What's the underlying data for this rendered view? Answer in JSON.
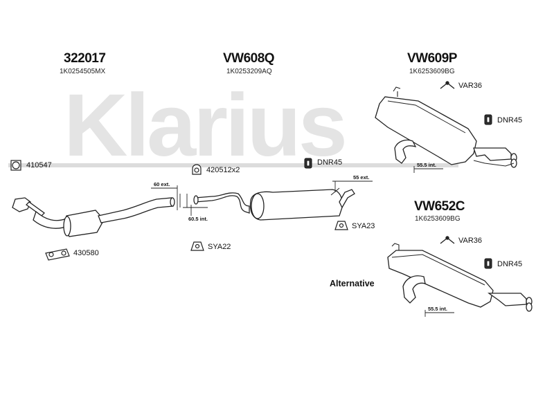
{
  "watermark": "Klarius",
  "groups": [
    {
      "code": "322017",
      "oem": "1K0254505MX"
    },
    {
      "code": "VW608Q",
      "oem": "1K0253209AQ"
    },
    {
      "code": "VW609P",
      "oem": "1K6253609BG"
    },
    {
      "code": "VW652C",
      "oem": "1K6253609BG"
    }
  ],
  "parts": {
    "clamp_410547": "410547",
    "clamp_420512": "420512x2",
    "mount_dnr45_mid": "DNR45",
    "mount_dnr45_top": "DNR45",
    "mount_dnr45_bottom": "DNR45",
    "hanger_var36_top": "VAR36",
    "hanger_var36_bottom": "VAR36",
    "gasket_430580": "430580",
    "mount_sya22": "SYA22",
    "mount_sya23": "SYA23"
  },
  "dimensions": {
    "ext_60": "60 ext.",
    "int_60_5": "60.5 int.",
    "ext_55": "55 ext.",
    "int_55_5_top": "55.5 int.",
    "int_55_5_bottom": "55.5 int."
  },
  "alternative_label": "Alternative"
}
